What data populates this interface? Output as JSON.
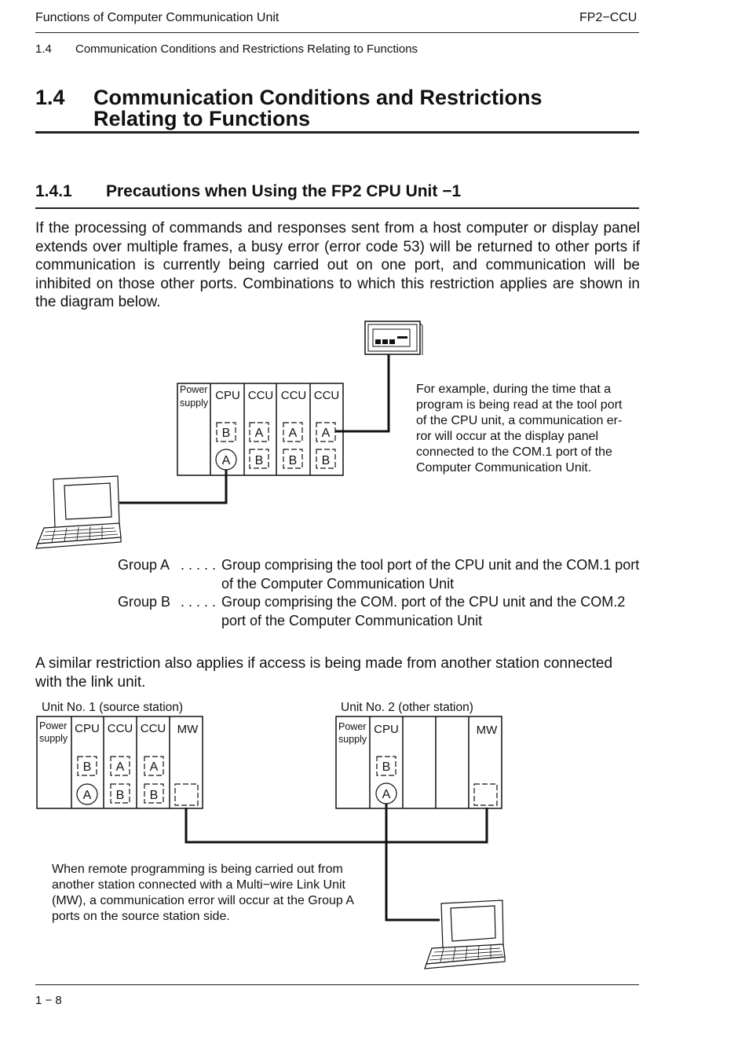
{
  "header": {
    "left": "Functions of Computer Communication Unit",
    "right": "FP2−CCU",
    "breadcrumb_number": "1.4",
    "breadcrumb_text": "Communication Conditions and Restrictions Relating to Functions"
  },
  "section": {
    "number": "1.4",
    "title_line1": "Communication Conditions and Restrictions",
    "title_line2": "Relating to Functions"
  },
  "subsection": {
    "number": "1.4.1",
    "title": "Precautions when Using the FP2 CPU Unit −1"
  },
  "paragraph1": "If the processing of commands and responses sent from a host computer or display panel extends over multiple frames, a busy error (error code 53) will be returned to other ports if communication is currently being carried out on one port, and communication will be inhibited on those other ports. Combinations to which this restriction applies are shown in the diagram below.",
  "diagram1": {
    "power_supply_1": "Power",
    "power_supply_2": "supply",
    "units": [
      "CPU",
      "CCU",
      "CCU",
      "CCU"
    ],
    "top_ports": [
      "B",
      "A",
      "A",
      "A"
    ],
    "bottom_ports": [
      "A",
      "B",
      "B",
      "B"
    ],
    "note": "For example, during the time that a program is being read at the tool port of the CPU unit, a communication er-ror will occur at the display panel connected to the COM.1 port of the Computer Communication Unit."
  },
  "groups": [
    {
      "label": "Group A",
      "dots": ". . . . .",
      "line1": "Group comprising the tool port of the CPU unit and the COM.1 port",
      "line2": "of the Computer Communication Unit"
    },
    {
      "label": "Group B",
      "dots": ". . . . .",
      "line1": "Group comprising the COM. port of the CPU unit and the COM.2",
      "line2": "port of the Computer Communication Unit"
    }
  ],
  "paragraph2": "A similar restriction also applies if access is being made from another station connected with the link unit.",
  "diagram2": {
    "unit1_title": "Unit No. 1 (source station)",
    "unit2_title": "Unit No. 2 (other station)",
    "power_supply_1": "Power",
    "power_supply_2": "supply",
    "unit1_modules": [
      "CPU",
      "CCU",
      "CCU",
      "MW"
    ],
    "unit1_top_ports": [
      "B",
      "A",
      "A"
    ],
    "unit1_bottom_ports": [
      "A",
      "B",
      "B"
    ],
    "unit2_modules": [
      "CPU",
      "MW"
    ],
    "unit2_top_port": "B",
    "unit2_bottom_port": "A",
    "note": "When remote programming is being carried out from another station connected with a Multi−wire Link Unit (MW), a communication error will occur at the Group A ports on the source station side."
  },
  "footer": {
    "page": "1 − 8"
  }
}
